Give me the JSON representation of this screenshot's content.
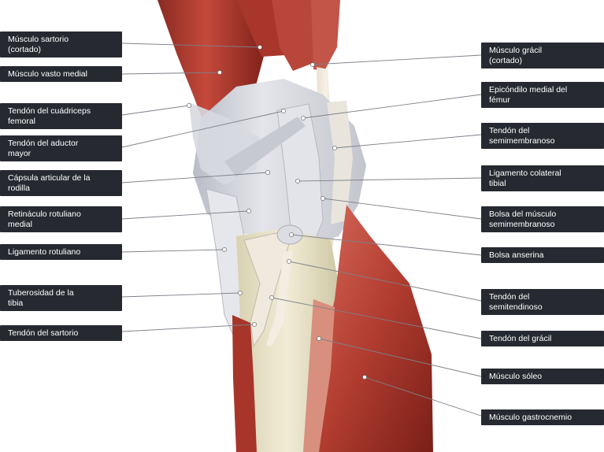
{
  "diagram": {
    "colors": {
      "muscle": "#b03a2e",
      "muscle_dark": "#7e211a",
      "muscle_light": "#d2675a",
      "bone": "#e9e3c8",
      "ligament": "#dcdde3",
      "capsule": "#c9cbd3",
      "label_bg": "#262a30",
      "leader_line": "#7d8088"
    },
    "labels_left": [
      {
        "id": "sartorio",
        "text": "Músculo sartorio\n(cortado)"
      },
      {
        "id": "vasto-medial",
        "text": "Músculo vasto medial"
      },
      {
        "id": "cuadriceps",
        "text": "Tendón del cuádriceps\nfemoral"
      },
      {
        "id": "aductor",
        "text": "Tendón del aductor\nmayor"
      },
      {
        "id": "capsula",
        "text": "Cápsula articular de la\nrodilla"
      },
      {
        "id": "retinaculo",
        "text": "Retináculo rotuliano\nmedial"
      },
      {
        "id": "lig-rotuliano",
        "text": "Ligamento rotuliano"
      },
      {
        "id": "tuberosidad",
        "text": "Tuberosidad de la\ntibia"
      },
      {
        "id": "tendon-sartorio",
        "text": "Tendón del sartorio"
      }
    ],
    "labels_right": [
      {
        "id": "gracil-musculo",
        "text": "Músculo grácil\n(cortado)"
      },
      {
        "id": "epicondilo",
        "text": "Epicóndilo medial del\nfémur"
      },
      {
        "id": "semimembranoso",
        "text": "Tendón del\nsemimembranoso"
      },
      {
        "id": "colateral",
        "text": "Ligamento colateral\ntibial"
      },
      {
        "id": "bolsa-semimembranoso",
        "text": "Bolsa del músculo\nsemimembranoso"
      },
      {
        "id": "bolsa-anserina",
        "text": "Bolsa anserina"
      },
      {
        "id": "semitendinoso",
        "text": "Tendón del\nsemitendinoso"
      },
      {
        "id": "tendon-gracil",
        "text": "Tendón del grácil"
      },
      {
        "id": "soleo",
        "text": "Músculo sóleo"
      },
      {
        "id": "gastrocnemio",
        "text": "Músculo gastrocnemio"
      }
    ]
  }
}
